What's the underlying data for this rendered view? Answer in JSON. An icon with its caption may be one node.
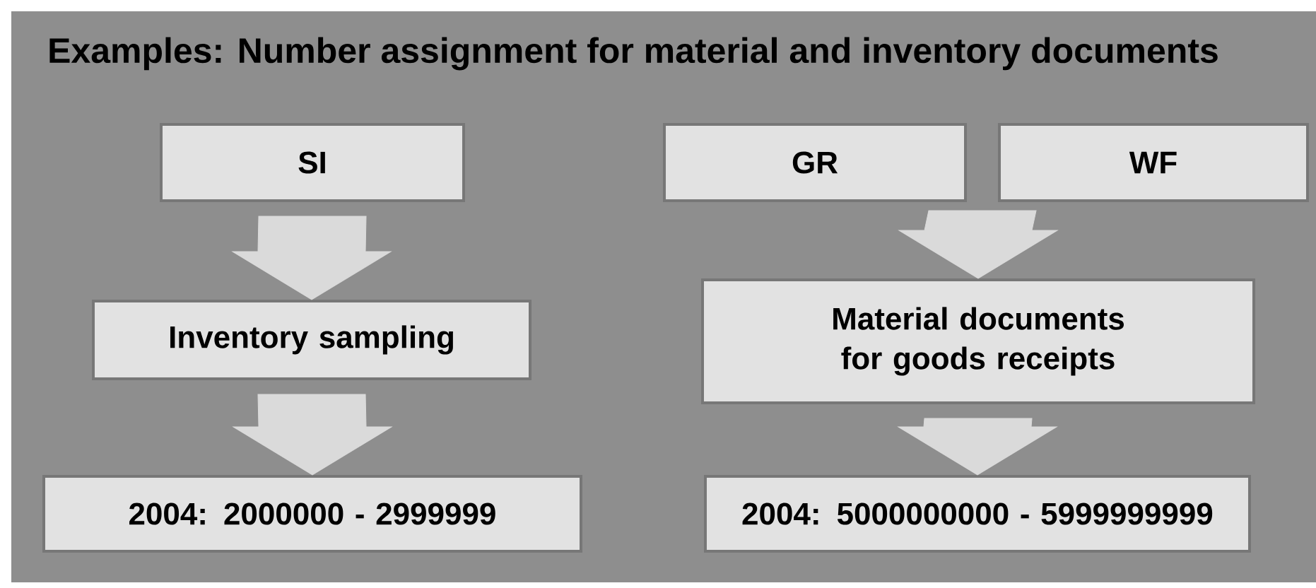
{
  "diagram": {
    "title": "Examples: Number assignment for material and inventory documents",
    "nodes": [
      {
        "text": [
          "SI"
        ]
      },
      {
        "text": [
          "Inventory sampling"
        ]
      },
      {
        "text": [
          "2004: 2000000 - 2999999"
        ]
      },
      {
        "text": [
          "GR"
        ]
      },
      {
        "text": [
          "WF"
        ]
      },
      {
        "text": [
          "Material documents for goods receipts"
        ]
      },
      {
        "text": [
          "2004: 5000000000 - 5999999999"
        ]
      }
    ],
    "edges": [
      {
        "from": 0,
        "to": 1,
        "arrow": "to"
      },
      {
        "from": 1,
        "to": 2,
        "arrow": "to"
      },
      {
        "from": 3,
        "to": 5,
        "arrow": "to"
      },
      {
        "from": 4,
        "to": 5,
        "arrow": "to"
      },
      {
        "from": 5,
        "to": 6,
        "arrow": "to"
      }
    ]
  }
}
